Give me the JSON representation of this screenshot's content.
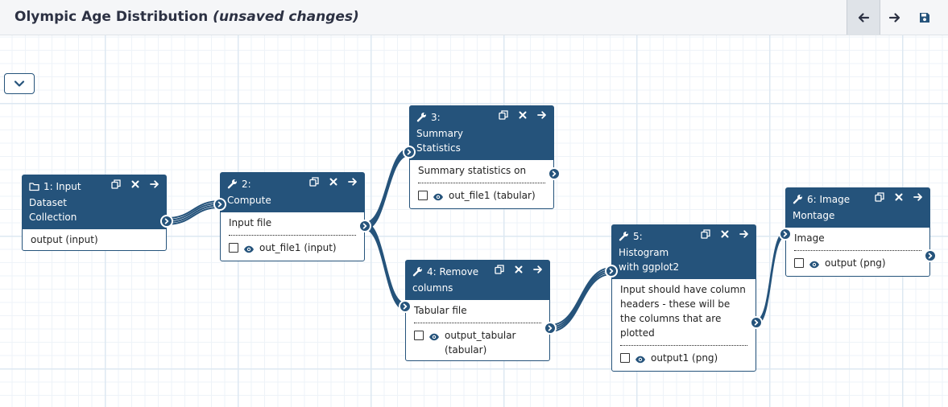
{
  "header": {
    "title": "Olympic Age Distribution",
    "status": "(unsaved changes)"
  },
  "toolbar": {
    "undo": "arrow-left-icon",
    "redo": "arrow-right-icon",
    "save": "save-icon"
  },
  "nodes": [
    {
      "title": "1: Input Dataset Collection",
      "icon": "folder-icon",
      "inputs": [],
      "outputs": [
        "output (input)"
      ]
    },
    {
      "title": "2: Compute",
      "icon": "wrench-icon",
      "inputs": [
        "Input file"
      ],
      "outputs": [
        "out_file1 (input)"
      ]
    },
    {
      "title": "3: Summary Statistics",
      "icon": "wrench-icon",
      "inputs": [
        "Summary statistics on"
      ],
      "outputs": [
        "out_file1 (tabular)"
      ]
    },
    {
      "title": "4: Remove columns",
      "icon": "wrench-icon",
      "inputs": [
        "Tabular file"
      ],
      "outputs": [
        "output_tabular (tabular)"
      ]
    },
    {
      "title": "5: Histogram with ggplot2",
      "icon": "wrench-icon",
      "inputs": [
        "Input should have column headers - these will be the columns that are plotted"
      ],
      "outputs": [
        "output1 (png)"
      ]
    },
    {
      "title": "6: Image Montage",
      "icon": "wrench-icon",
      "inputs": [
        "Image"
      ],
      "outputs": [
        "output (png)"
      ]
    }
  ],
  "colors": {
    "node_header": "#25537b",
    "header_bg": "#f5f6f8",
    "text": "#2c3143"
  }
}
